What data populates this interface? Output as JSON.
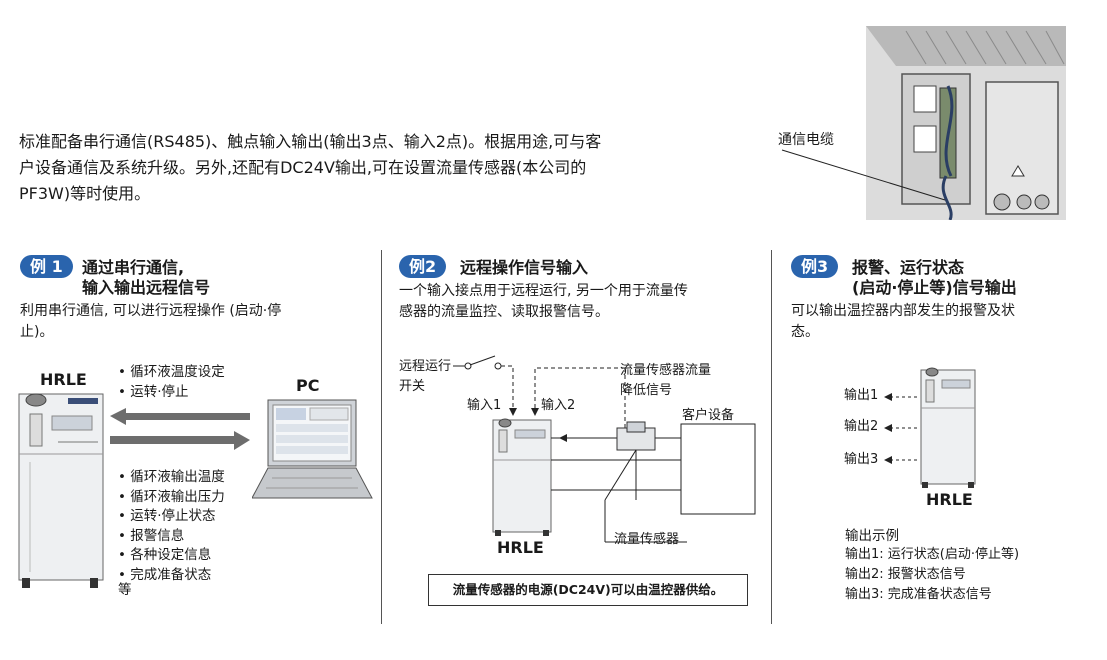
{
  "intro": {
    "line1": "标准配备串行通信(RS485)、触点输入输出(输出3点、输入2点)。根据用途,可与客",
    "line2": "户设备通信及系统升级。另外,还配有DC24V输出,可在设置流量传感器(本公司的",
    "line3": "PF3W)等时使用。"
  },
  "photo": {
    "cable_label": "通信电缆"
  },
  "example1": {
    "badge": "例 1",
    "title_line1": "通过串行通信,",
    "title_line2": "输入输出远程信号",
    "desc_line1": "利用串行通信, 可以进行远程操作 (启动·停",
    "desc_line2": "止)。",
    "unit_label": "HRLE",
    "pc_label": "PC",
    "list_in": [
      "循环液温度设定",
      "运转·停止"
    ],
    "list_out": [
      "循环液输出温度",
      "循环液输出压力",
      "运转·停止状态",
      "报警信息",
      "各种设定信息",
      "完成准备状态"
    ],
    "list_out_tail": "等"
  },
  "example2": {
    "badge": "例2",
    "title": "远程操作信号输入",
    "desc_line1": "一个输入接点用于远程运行, 另一个用于流量传",
    "desc_line2": "感器的流量监控、读取报警信号。",
    "switch_line1": "远程运行",
    "switch_line2": "开关",
    "input1": "输入1",
    "input2": "输入2",
    "signal_line1": "流量传感器流量",
    "signal_line2": "降低信号",
    "customer": "客户设备",
    "sensor": "流量传感器",
    "unit_label": "HRLE",
    "note": "流量传感器的电源(DC24V)可以由温控器供给。"
  },
  "example3": {
    "badge": "例3",
    "title_line1": "报警、运行状态",
    "title_line2": "(启动·停止等)信号输出",
    "desc_line1": "可以输出温控器内部发生的报警及状",
    "desc_line2": "态。",
    "out1": "输出1",
    "out2": "输出2",
    "out3": "输出3",
    "unit_label": "HRLE",
    "examples_title": "输出示例",
    "ex1": "输出1: 运行状态(启动·停止等)",
    "ex2": "输出2: 报警状态信号",
    "ex3": "输出3: 完成准备状态信号"
  },
  "colors": {
    "badge": "#2a64ad",
    "arrow": "#6d6d6d",
    "unit_body": "#eef0f2"
  }
}
